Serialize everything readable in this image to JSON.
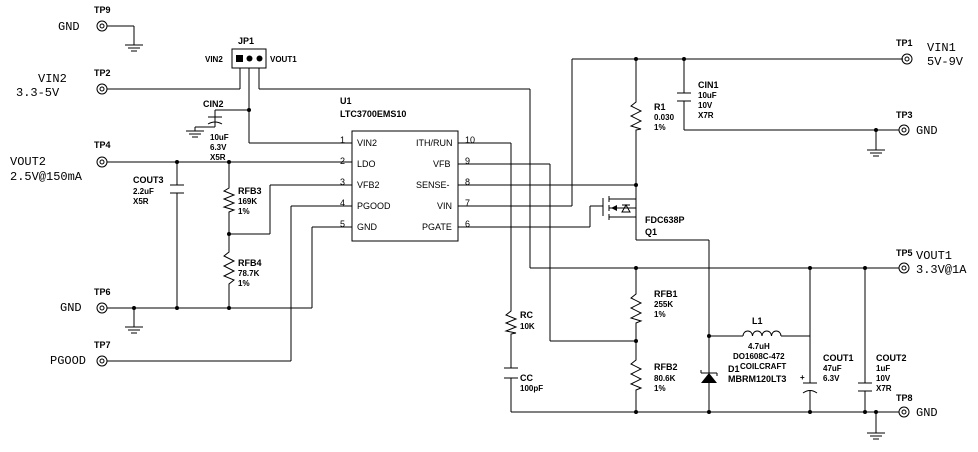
{
  "tp": {
    "tp9": "TP9",
    "tp2": "TP2",
    "tp4": "TP4",
    "tp6": "TP6",
    "tp7": "TP7",
    "tp1": "TP1",
    "tp3": "TP3",
    "tp5": "TP5",
    "tp8": "TP8"
  },
  "net": {
    "gnd_tp9": "GND",
    "vin2_a": "VIN2",
    "vin2_b": "3.3-5V",
    "vout2_a": "VOUT2",
    "vout2_b": "2.5V@150mA",
    "gnd_tp6": "GND",
    "pgood": "PGOOD",
    "vin1_a": "VIN1",
    "vin1_b": "5V-9V",
    "gnd_tp3": "GND",
    "vout1_a": "VOUT1",
    "vout1_b": "3.3V@1A",
    "gnd_tp8": "GND"
  },
  "jp1": {
    "ref": "JP1",
    "left": "VIN2",
    "right": "VOUT1"
  },
  "u1": {
    "ref": "U1",
    "part": "LTC3700EMS10",
    "pins_left": [
      {
        "num": "1",
        "name": "VIN2"
      },
      {
        "num": "2",
        "name": "LDO"
      },
      {
        "num": "3",
        "name": "VFB2"
      },
      {
        "num": "4",
        "name": "PGOOD"
      },
      {
        "num": "5",
        "name": "GND"
      }
    ],
    "pins_right": [
      {
        "num": "10",
        "name": "ITH/RUN"
      },
      {
        "num": "9",
        "name": "VFB"
      },
      {
        "num": "8",
        "name": "SENSE-"
      },
      {
        "num": "7",
        "name": "VIN"
      },
      {
        "num": "6",
        "name": "PGATE"
      }
    ]
  },
  "cin2": {
    "ref": "CIN2",
    "v1": "10uF",
    "v2": "6.3V",
    "v3": "X5R"
  },
  "cout3": {
    "ref": "COUT3",
    "v1": "2.2uF",
    "v2": "X5R"
  },
  "rfb3": {
    "ref": "RFB3",
    "v1": "169K",
    "v2": "1%"
  },
  "rfb4": {
    "ref": "RFB4",
    "v1": "78.7K",
    "v2": "1%"
  },
  "cin1": {
    "ref": "CIN1",
    "v1": "10uF",
    "v2": "10V",
    "v3": "X7R"
  },
  "r1": {
    "ref": "R1",
    "v1": "0.030",
    "v2": "1%"
  },
  "q1": {
    "ref": "Q1",
    "part": "FDC638P"
  },
  "rfb1": {
    "ref": "RFB1",
    "v1": "255K",
    "v2": "1%"
  },
  "rfb2": {
    "ref": "RFB2",
    "v1": "80.6K",
    "v2": "1%"
  },
  "rc": {
    "ref": "RC",
    "v1": "10K"
  },
  "cc": {
    "ref": "CC",
    "v1": "100pF"
  },
  "l1": {
    "ref": "L1",
    "v1": "4.7uH",
    "v2": "DO1608C-472",
    "v3": "COILCRAFT"
  },
  "d1": {
    "ref": "D1",
    "part": "MBRM120LT3"
  },
  "cout1": {
    "ref": "COUT1",
    "v1": "47uF",
    "v2": "6.3V"
  },
  "cout2": {
    "ref": "COUT2",
    "v1": "1uF",
    "v2": "10V",
    "v3": "X7R"
  }
}
